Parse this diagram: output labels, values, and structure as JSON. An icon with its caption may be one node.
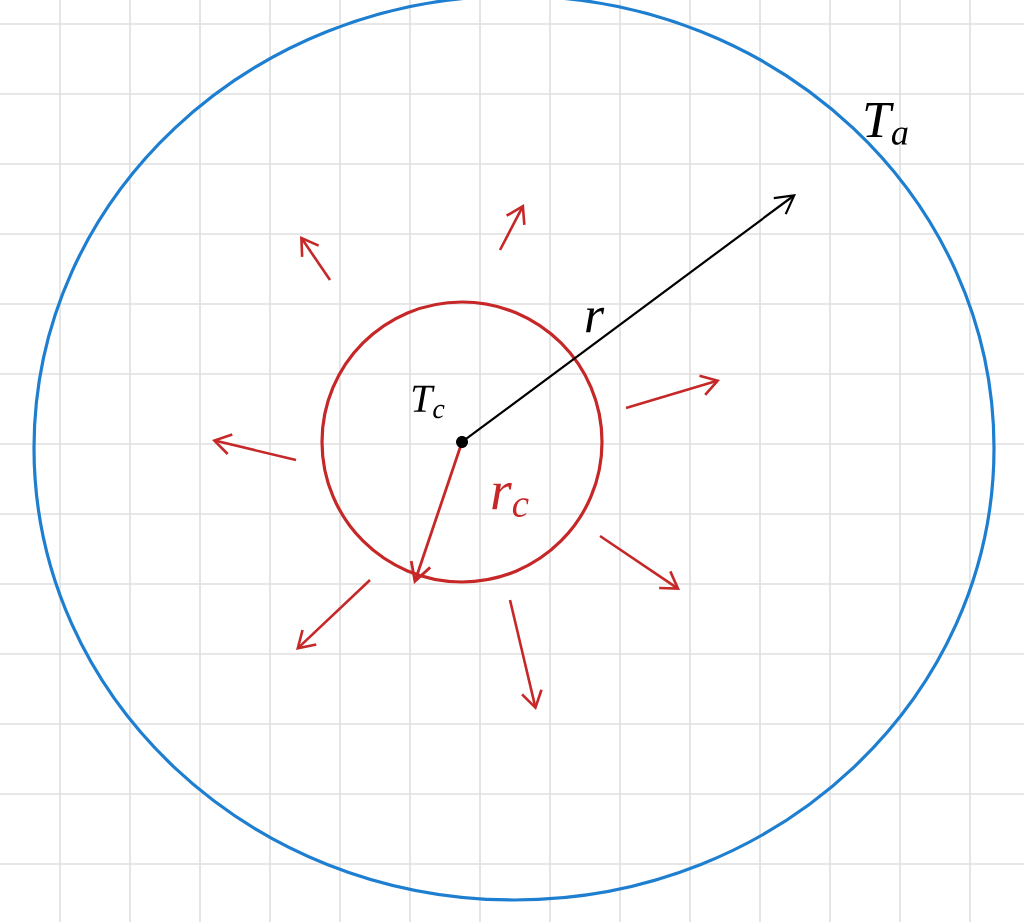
{
  "diagram": {
    "nodes": [
      {
        "text": [
          "T$_{a}$"
        ]
      },
      {
        "text": [
          "T$_{c}$"
        ],
        "in": 0
      }
    ],
    "labels": [
      "r",
      "r$_{c}$"
    ]
  }
}
